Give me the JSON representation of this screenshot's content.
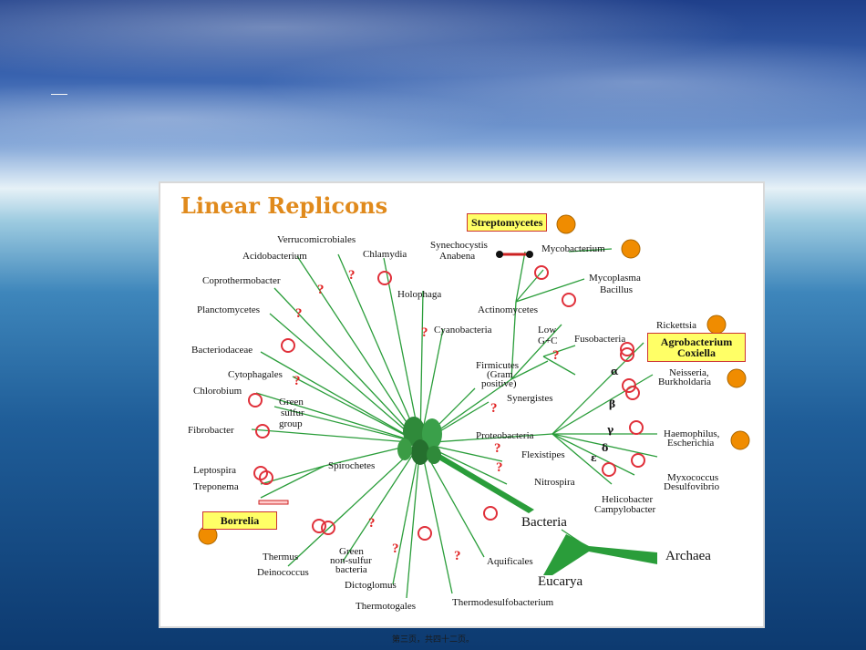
{
  "title": "Linear Replicons",
  "footer": "第三页，共四十二页。",
  "colors": {
    "line": "#2a9d3a",
    "ring": "#e0303a",
    "question": "#e02020",
    "dot": "#f08c00",
    "box": "#ffff66",
    "title": "#e08a1c"
  },
  "labels": {
    "verrucomicrobiales": "Verrucomicrobiales",
    "acidobacterium": "Acidobacterium",
    "chlamydia": "Chlamydia",
    "synechocystis": "Synechocystis",
    "anabena": "Anabena",
    "mycobacterium": "Mycobacterium",
    "coprothermobacter": "Coprothermobacter",
    "holophaga": "Holophaga",
    "mycoplasma": "Mycoplasma",
    "bacillus": "Bacillus",
    "actinomycetes": "Actinomycetes",
    "planctomycetes": "Planctomycetes",
    "cyanobacteria": "Cyanobacteria",
    "low": "Low",
    "gc": "G+C",
    "fusobacteria": "Fusobacteria",
    "rickettsia": "Rickettsia",
    "bacteriodaceae": "Bacteriodaceae",
    "firmicutes": "Firmicutes",
    "gram": "(Gram",
    "positive": "positive)",
    "cytophagales": "Cytophagales",
    "chlorobium": "Chlorobium",
    "neisseria": "Neisseria,",
    "burkholdaria": "Burkholdaria",
    "green1": "Green",
    "sulfur": "sulfur",
    "group": "group",
    "synergistes": "Synergistes",
    "fibrobacter": "Fibrobacter",
    "proteobacteria": "Proteobacteria",
    "haemophilus": "Haemophilus,",
    "escherichia": "Escherichia",
    "spirochetes": "Spirochetes",
    "flexistipes": "Flexistipes",
    "leptospira": "Leptospira",
    "treponema": "Treponema",
    "nitrospira": "Nitrospira",
    "myxococcus": "Myxococcus",
    "desulfovibrio": "Desulfovibrio",
    "helicobacter": "Helicobacter",
    "campylobacter": "Campylobacter",
    "green2": "Green",
    "nonsulfur": "non-sulfur",
    "bacteria_small": "bacteria",
    "thermus": "Thermus",
    "deinococcus": "Deinococcus",
    "dictoglomus": "Dictoglomus",
    "aquificales": "Aquificales",
    "thermotogales": "Thermotogales",
    "thermodesulfobacterium": "Thermodesulfobacterium",
    "bacteria": "Bacteria",
    "archaea": "Archaea",
    "eucarya": "Eucarya"
  },
  "boxes": {
    "streptomycetes": "Streptomycetes",
    "agro1": "Agrobacterium",
    "agro2": "Coxiella",
    "borrelia": "Borrelia"
  },
  "greek": {
    "alpha": "α",
    "beta": "β",
    "gamma": "γ",
    "delta": "δ",
    "epsilon": "ε"
  },
  "question_mark": "?"
}
